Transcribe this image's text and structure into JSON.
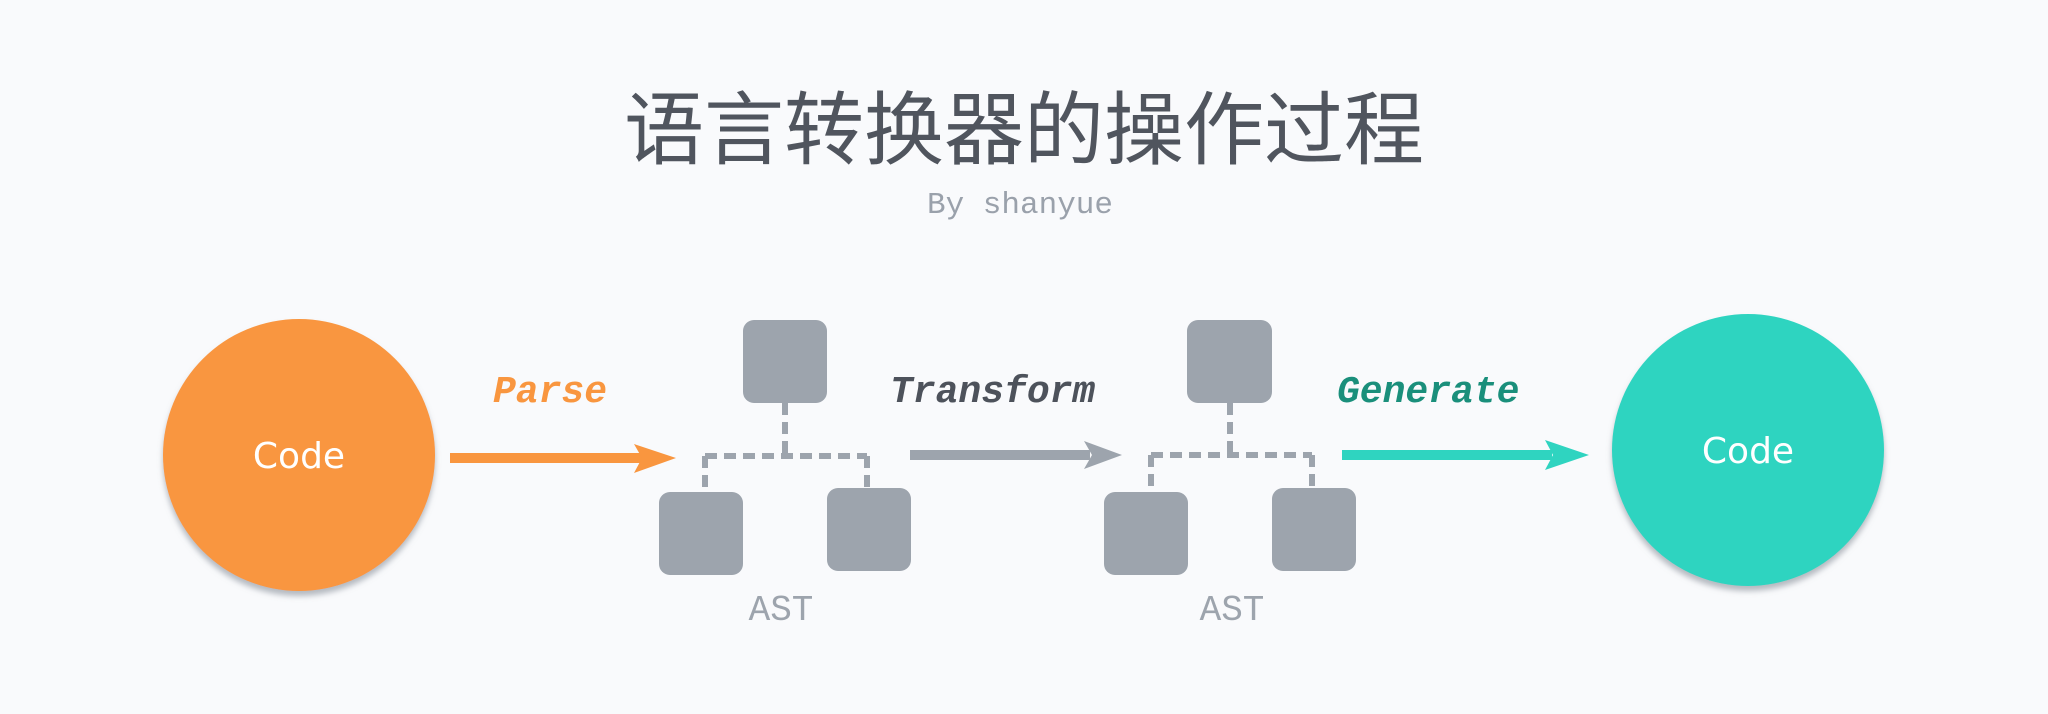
{
  "title": "语言转换器的操作过程",
  "subtitle": "By shanyue",
  "colors": {
    "background": "#f9fafc",
    "source": "#f9963f",
    "target": "#2fd4c0",
    "generate_text": "#1a8f7b",
    "transform_text": "#4d525b",
    "ast": "#9da4ad"
  },
  "nodes": {
    "source": {
      "label": "Code"
    },
    "ast1": {
      "label": "AST"
    },
    "ast2": {
      "label": "AST"
    },
    "target": {
      "label": "Code"
    }
  },
  "steps": {
    "parse": {
      "label": "Parse"
    },
    "transform": {
      "label": "Transform"
    },
    "generate": {
      "label": "Generate"
    }
  }
}
